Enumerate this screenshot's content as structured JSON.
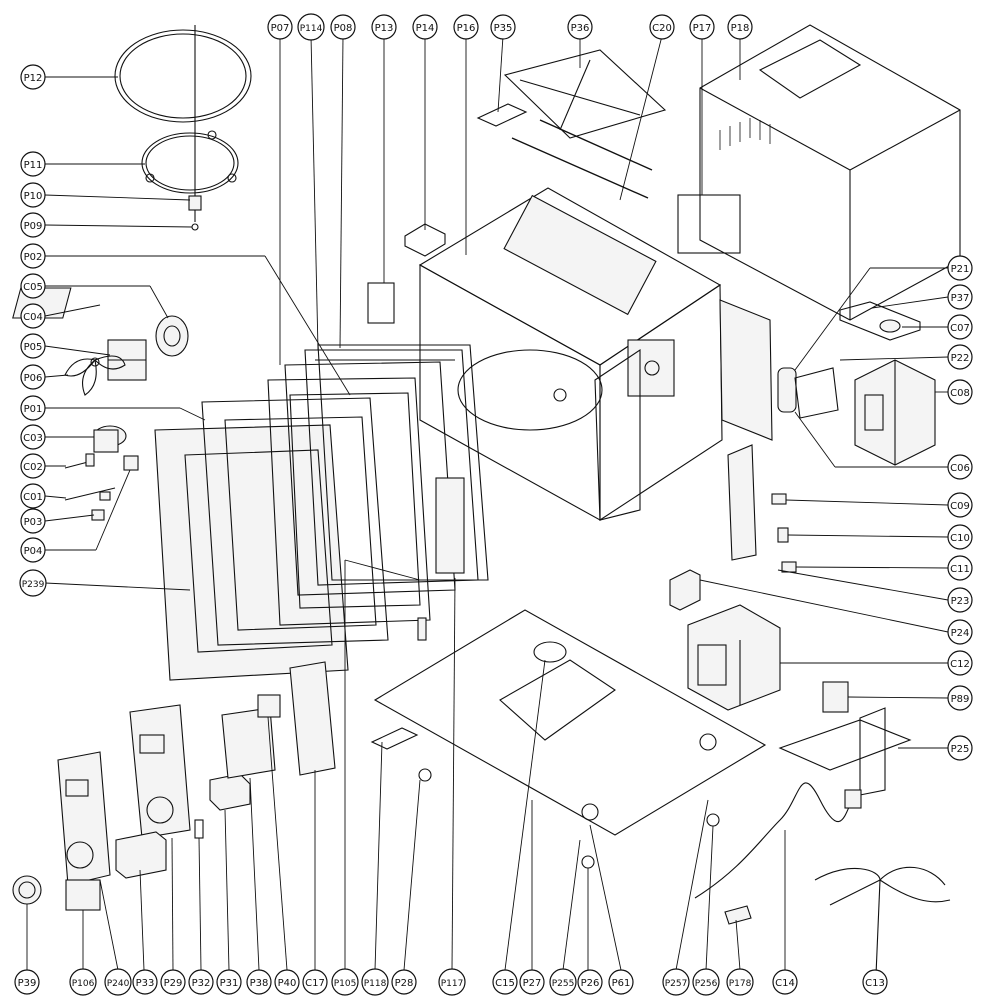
{
  "labels": {
    "P07": "P07",
    "P114": "P114",
    "P08": "P08",
    "P13": "P13",
    "P14": "P14",
    "P16": "P16",
    "P35": "P35",
    "P36": "P36",
    "C20": "C20",
    "P17": "P17",
    "P18": "P18",
    "P12": "P12",
    "P11": "P11",
    "P10": "P10",
    "P09": "P09",
    "P02": "P02",
    "C05": "C05",
    "C04": "C04",
    "P05": "P05",
    "P06": "P06",
    "P01": "P01",
    "C03": "C03",
    "C02": "C02",
    "C01": "C01",
    "P03": "P03",
    "P04": "P04",
    "P239": "P239",
    "P21": "P21",
    "P37": "P37",
    "C07": "C07",
    "P22": "P22",
    "C08": "C08",
    "C06": "C06",
    "C09": "C09",
    "C10": "C10",
    "C11": "C11",
    "P23": "P23",
    "P24": "P24",
    "C12": "C12",
    "P89": "P89",
    "P25": "P25",
    "P39": "P39",
    "P106": "P106",
    "P240": "P240",
    "P33": "P33",
    "P29": "P29",
    "P32": "P32",
    "P31": "P31",
    "P38": "P38",
    "P40": "P40",
    "C17": "C17",
    "P105": "P105",
    "P118": "P118",
    "P28": "P28",
    "P117": "P117",
    "C15": "C15",
    "P27": "P27",
    "P255": "P255",
    "P26": "P26",
    "P61": "P61",
    "P257": "P257",
    "P256": "P256",
    "P178": "P178",
    "C14": "C14",
    "C13": "C13"
  }
}
